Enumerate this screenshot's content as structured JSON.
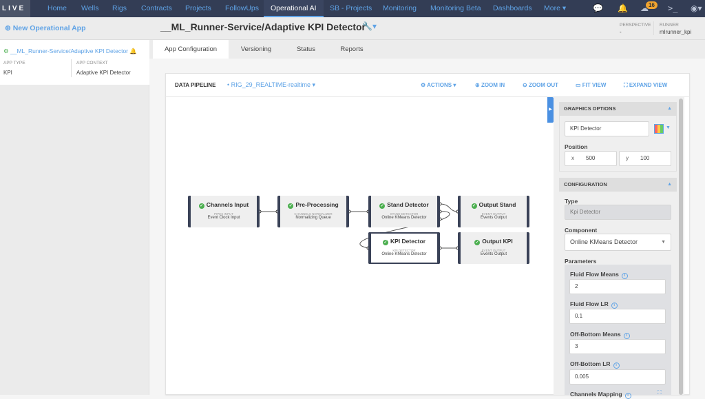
{
  "nav": {
    "logo": "LIVE",
    "items": [
      "Home",
      "Wells",
      "Rigs",
      "Contracts",
      "Projects",
      "FollowUps",
      "Operational AI",
      "SB - Projects",
      "Monitoring",
      "Monitoring Beta",
      "Dashboards",
      "More ▾"
    ],
    "active": "Operational AI",
    "notifications": "16"
  },
  "sidebar": {
    "new_app": "New Operational App",
    "app_name": "__ML_Runner-Service/Adaptive KPI Detector",
    "app_type_label": "APP TYPE",
    "app_type": "KPI",
    "app_context_label": "APP CONTEXT",
    "app_context": "Adaptive KPI Detector"
  },
  "header": {
    "title": "__ML_Runner-Service/Adaptive KPI Detector",
    "perspective_label": "PERSPECTIVE",
    "perspective": "-",
    "runner_label": "RUNNER",
    "runner": "mlrunner_kpi"
  },
  "tabs": [
    "App Configuration",
    "Versioning",
    "Status",
    "Reports"
  ],
  "pipeline": {
    "label": "DATA PIPELINE",
    "name": "RIG_29_REALTIME-realtime",
    "actions": "ACTIONS",
    "zoom_in": "ZOOM IN",
    "zoom_out": "ZOOM OUT",
    "fit_view": "FIT VIEW",
    "expand_view": "EXPAND VIEW",
    "nodes": [
      {
        "title": "Channels Input",
        "type": "PIPES INPUT",
        "value": "Event Clock Input"
      },
      {
        "title": "Pre-Processing",
        "type": "CHANNELS NORMALIZER",
        "value": "Normalizing Queue"
      },
      {
        "title": "Stand Detector",
        "type": "STAND DETECTOR",
        "value": "Online KMeans Detector"
      },
      {
        "title": "Output Stand",
        "type": "EVENT OUTPUT",
        "value": "Events Output"
      },
      {
        "title": "KPI Detector",
        "type": "KPI DETECTOR",
        "value": "Online KMeans Detector"
      },
      {
        "title": "Output KPI",
        "type": "EVENT OUTPUT",
        "value": "Events Output"
      }
    ]
  },
  "panel": {
    "graphics_title": "GRAPHICS OPTIONS",
    "name_value": "KPI Detector",
    "position_label": "Position",
    "x_label": "x",
    "x": "500",
    "y_label": "y",
    "y": "100",
    "config_title": "CONFIGURATION",
    "type_label": "Type",
    "type_value": "Kpi Detector",
    "component_label": "Component",
    "component_value": "Online KMeans Detector",
    "parameters_label": "Parameters",
    "params": [
      {
        "label": "Fluid Flow Means",
        "value": "2"
      },
      {
        "label": "Fluid Flow LR",
        "value": "0.1"
      },
      {
        "label": "Off-Bottom Means",
        "value": "3"
      },
      {
        "label": "Off-Bottom LR",
        "value": "0.005"
      }
    ],
    "channels_mapping": "Channels Mapping"
  }
}
